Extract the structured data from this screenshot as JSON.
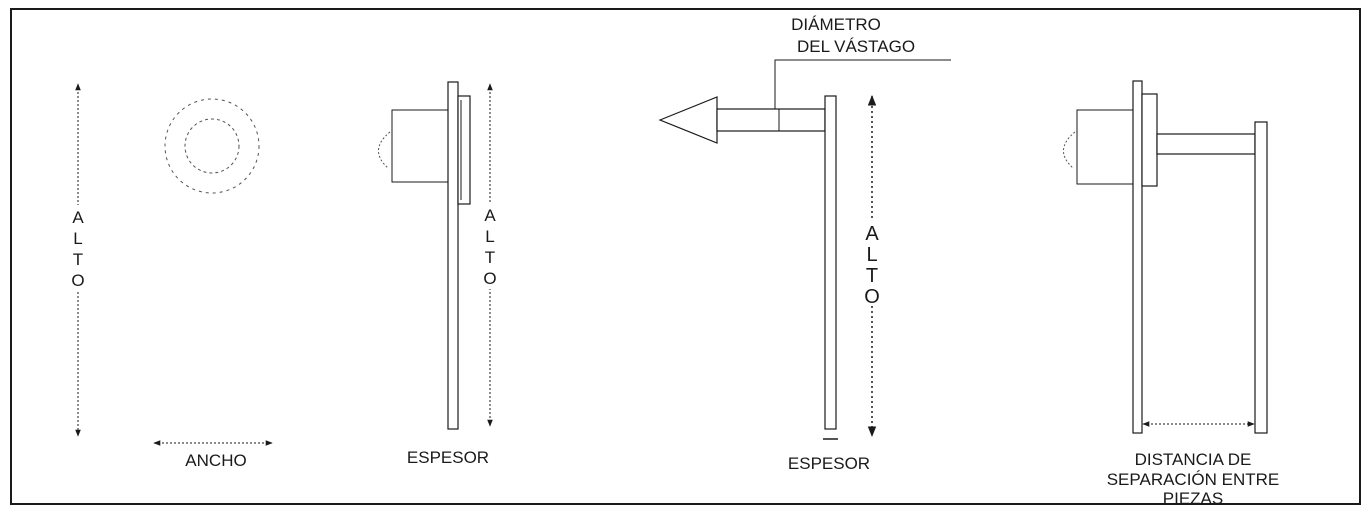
{
  "colors": {
    "line": "#1a1a1a",
    "background": "#ffffff"
  },
  "panel1": {
    "height_letters": [
      "A",
      "L",
      "T",
      "O"
    ],
    "width_label": "ANCHO"
  },
  "panel2": {
    "height_letters": [
      "A",
      "L",
      "T",
      "O"
    ],
    "thickness_label": "ESPESOR"
  },
  "panel3": {
    "stem_label_line1": "DIÁMETRO",
    "stem_label_line2": "DEL VÁSTAGO",
    "height_letters": [
      "A",
      "L",
      "T",
      "O"
    ],
    "thickness_label": "ESPESOR"
  },
  "panel4": {
    "gap_label_line1": "DISTANCIA DE",
    "gap_label_line2": "SEPARACIÓN ENTRE",
    "gap_label_line3": "PIEZAS"
  }
}
